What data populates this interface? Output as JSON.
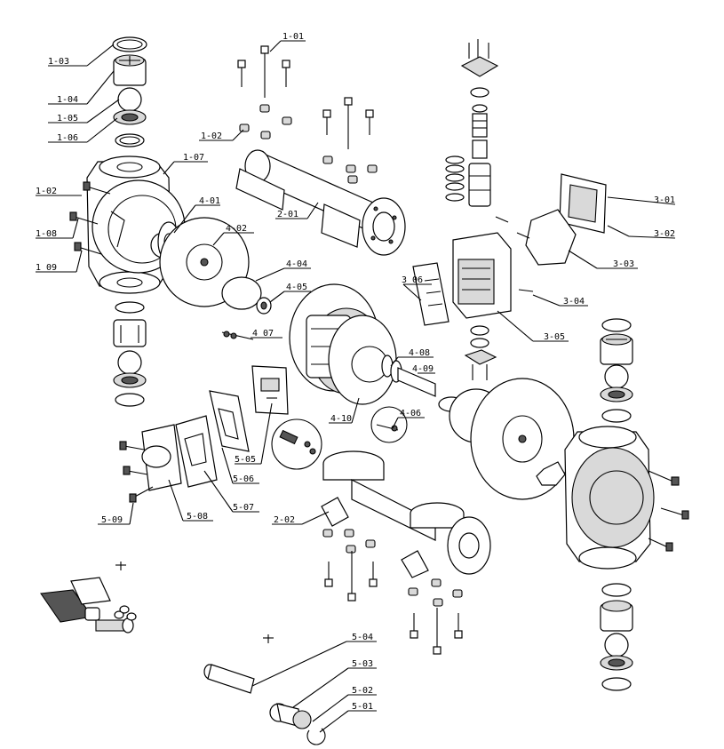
{
  "labels": {
    "1_01": "1-01",
    "1_02a": "1-02",
    "1_02b": "1-02",
    "1_03": "1-03",
    "1_04": "1-04",
    "1_05": "1-05",
    "1_06": "1-06",
    "1_07": "1-07",
    "1_08": "1-08",
    "1_09": "1 09",
    "2_01": "2-01",
    "2_02": "2-02",
    "3_01": "3-01",
    "3_02": "3-02",
    "3_03": "3-03",
    "3_04": "3-04",
    "3_05": "3-05",
    "3_06": "3 06",
    "4_01": "4-01",
    "4_02": "4-02",
    "4_04": "4-04",
    "4_05": "4-05",
    "4_06": "4-06",
    "4_07": "4 07",
    "4_08": "4-08",
    "4_09": "4-09",
    "4_10": "4-10",
    "5_01": "5-01",
    "5_02": "5-02",
    "5_03": "5-03",
    "5_04": "5-04",
    "5_05": "5-05",
    "5_06": "5-06",
    "5_07": "5-07",
    "5_08": "5-08",
    "5_09": "5-09"
  }
}
